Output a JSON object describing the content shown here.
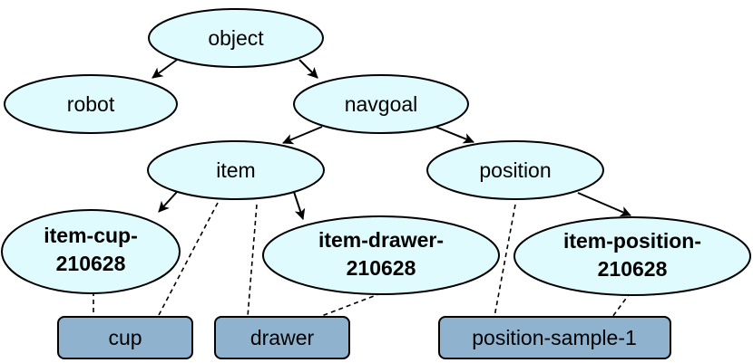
{
  "nodes": {
    "object": "object",
    "robot": "robot",
    "navgoal": "navgoal",
    "item": "item",
    "position": "position",
    "item_cup": [
      "item-cup-",
      "210628"
    ],
    "item_drawer": [
      "item-drawer-",
      "210628"
    ],
    "item_position": [
      "item-position-",
      "210628"
    ]
  },
  "instances": {
    "cup": "cup",
    "drawer": "drawer",
    "position_sample": "position-sample-1"
  },
  "colors": {
    "class_fill": "#e0fbfe",
    "instance_fill": "#8fb3cf"
  }
}
